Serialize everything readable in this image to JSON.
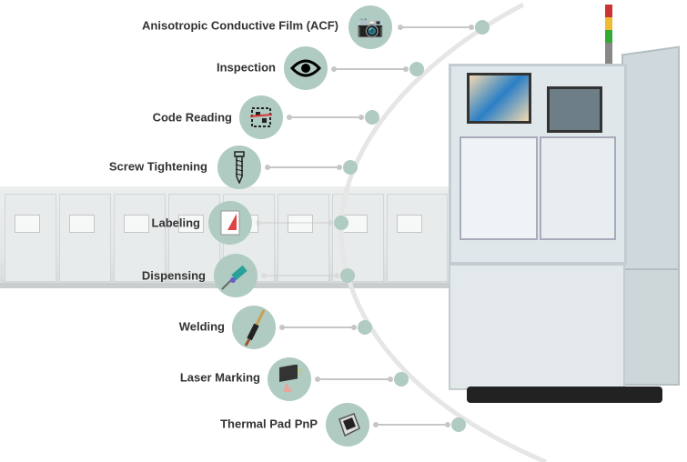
{
  "processes": [
    {
      "label": "Anisotropic Conductive Film (ACF)",
      "icon": "camera-module-icon",
      "glyph": "📷"
    },
    {
      "label": "Inspection",
      "icon": "eye-icon",
      "glyph": "👁"
    },
    {
      "label": "Code Reading",
      "icon": "qr-code-icon",
      "glyph": "▦"
    },
    {
      "label": "Screw Tightening",
      "icon": "screw-icon",
      "glyph": "⚙"
    },
    {
      "label": "Labeling",
      "icon": "label-icon",
      "glyph": "🏷"
    },
    {
      "label": "Dispensing",
      "icon": "dispenser-icon",
      "glyph": "💉"
    },
    {
      "label": "Welding",
      "icon": "soldering-iron-icon",
      "glyph": "🔥"
    },
    {
      "label": "Laser Marking",
      "icon": "laser-head-icon",
      "glyph": "▮"
    },
    {
      "label": "Thermal Pad PnP",
      "icon": "thermal-pad-icon",
      "glyph": "◈"
    }
  ],
  "colors": {
    "accent": "#afcbc2",
    "connector": "#c6c6c6",
    "text": "#333333"
  }
}
